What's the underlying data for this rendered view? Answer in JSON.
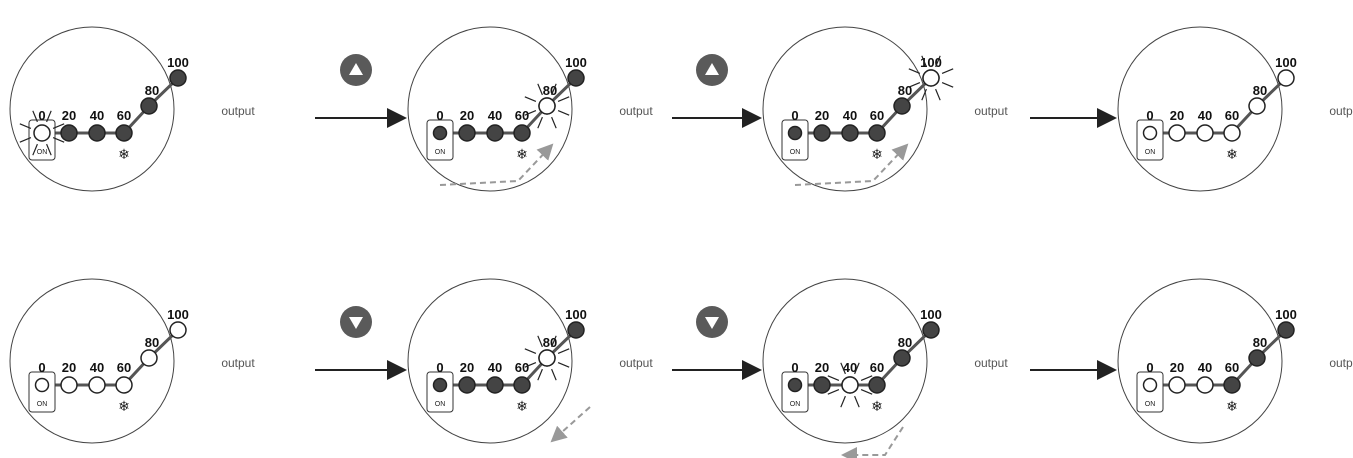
{
  "level_labels": [
    "0",
    "20",
    "40",
    "60",
    "80",
    "100"
  ],
  "output_label": "output",
  "on_label": "ON",
  "snowflake_glyph": "❄",
  "up_icon": "up-triangle-icon",
  "down_icon": "down-triangle-icon",
  "colors": {
    "filled": "#444444",
    "empty": "#ffffff",
    "line": "#555555",
    "dashed": "#999999",
    "button": "#5a5a5a"
  },
  "rows": [
    {
      "name": "increase-sequence",
      "panels": [
        {
          "name": "up-step-1",
          "filled": [
            false,
            true,
            true,
            true,
            true,
            true
          ],
          "switch_dot": false,
          "highlight": 0,
          "arrow": null
        },
        {
          "name": "up-step-2",
          "filled": [
            true,
            true,
            true,
            true,
            false,
            true
          ],
          "switch_dot": true,
          "highlight": 4,
          "arrow": "up"
        },
        {
          "name": "up-step-3",
          "filled": [
            true,
            true,
            true,
            true,
            true,
            false
          ],
          "switch_dot": true,
          "highlight": 5,
          "arrow": "up"
        },
        {
          "name": "up-step-4",
          "filled": [
            false,
            false,
            false,
            false,
            false,
            false
          ],
          "switch_dot": false,
          "highlight": null,
          "arrow": null
        }
      ],
      "transitions": [
        {
          "button": "up",
          "label": "up-button"
        },
        {
          "button": "up",
          "label": "up-button"
        },
        {
          "button": null,
          "label": "arrow"
        }
      ]
    },
    {
      "name": "decrease-sequence",
      "panels": [
        {
          "name": "down-step-1",
          "filled": [
            false,
            false,
            false,
            false,
            false,
            false
          ],
          "switch_dot": false,
          "highlight": null,
          "arrow": null
        },
        {
          "name": "down-step-2",
          "filled": [
            true,
            true,
            true,
            true,
            false,
            true
          ],
          "switch_dot": true,
          "highlight": 4,
          "arrow": "down"
        },
        {
          "name": "down-step-3",
          "filled": [
            true,
            true,
            false,
            true,
            true,
            true
          ],
          "switch_dot": true,
          "highlight": 2,
          "arrow": "down-left"
        },
        {
          "name": "down-step-4",
          "filled": [
            false,
            false,
            false,
            true,
            true,
            true
          ],
          "switch_dot": false,
          "highlight": null,
          "arrow": null
        }
      ],
      "transitions": [
        {
          "button": "down",
          "label": "down-button"
        },
        {
          "button": "down",
          "label": "down-button"
        },
        {
          "button": null,
          "label": "arrow"
        }
      ]
    }
  ]
}
